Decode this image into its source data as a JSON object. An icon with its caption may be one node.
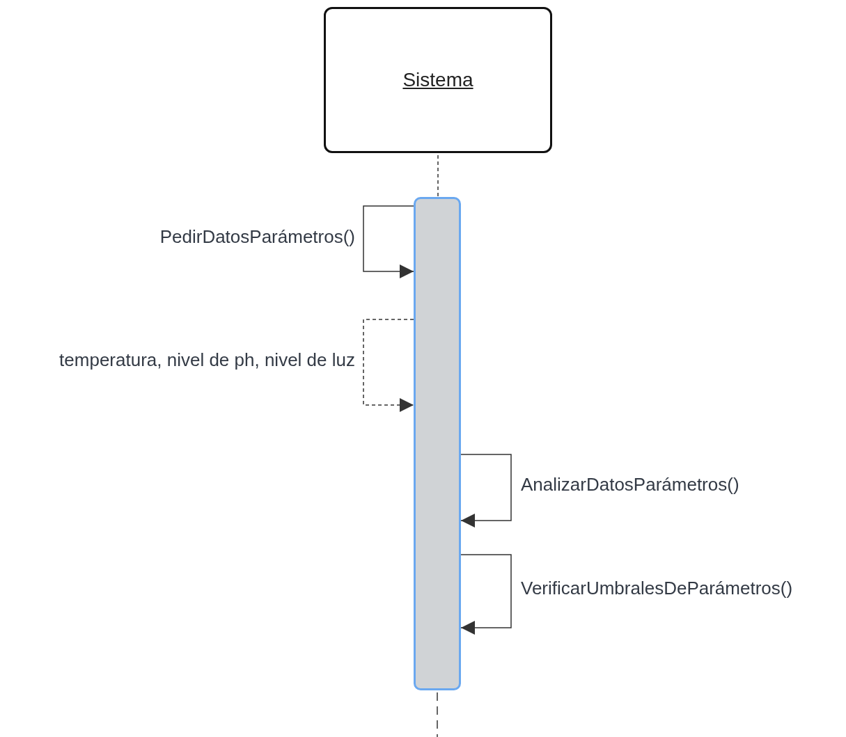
{
  "diagram": {
    "nodes": [
      {
        "text": [
          "Sistema"
        ]
      },
      {
        "text": [],
        "shape": "bar"
      }
    ],
    "edges": [
      {
        "from": 0,
        "to": 1,
        "arrow": "none",
        "style": "dashed"
      },
      {
        "from": 1,
        "to": 1,
        "arrow": "to",
        "label": "PedirDatosParámetros()"
      },
      {
        "from": 1,
        "to": 1,
        "arrow": "to",
        "style": "dashed",
        "label": "temperatura, nivel de ph, nivel de luz"
      },
      {
        "from": 1,
        "to": 1,
        "arrow": "to",
        "label": "AnalizarDatosParámetros()"
      },
      {
        "from": 1,
        "to": 1,
        "arrow": "to",
        "label": "VerificarUmbralesDeParámetros()"
      }
    ]
  }
}
